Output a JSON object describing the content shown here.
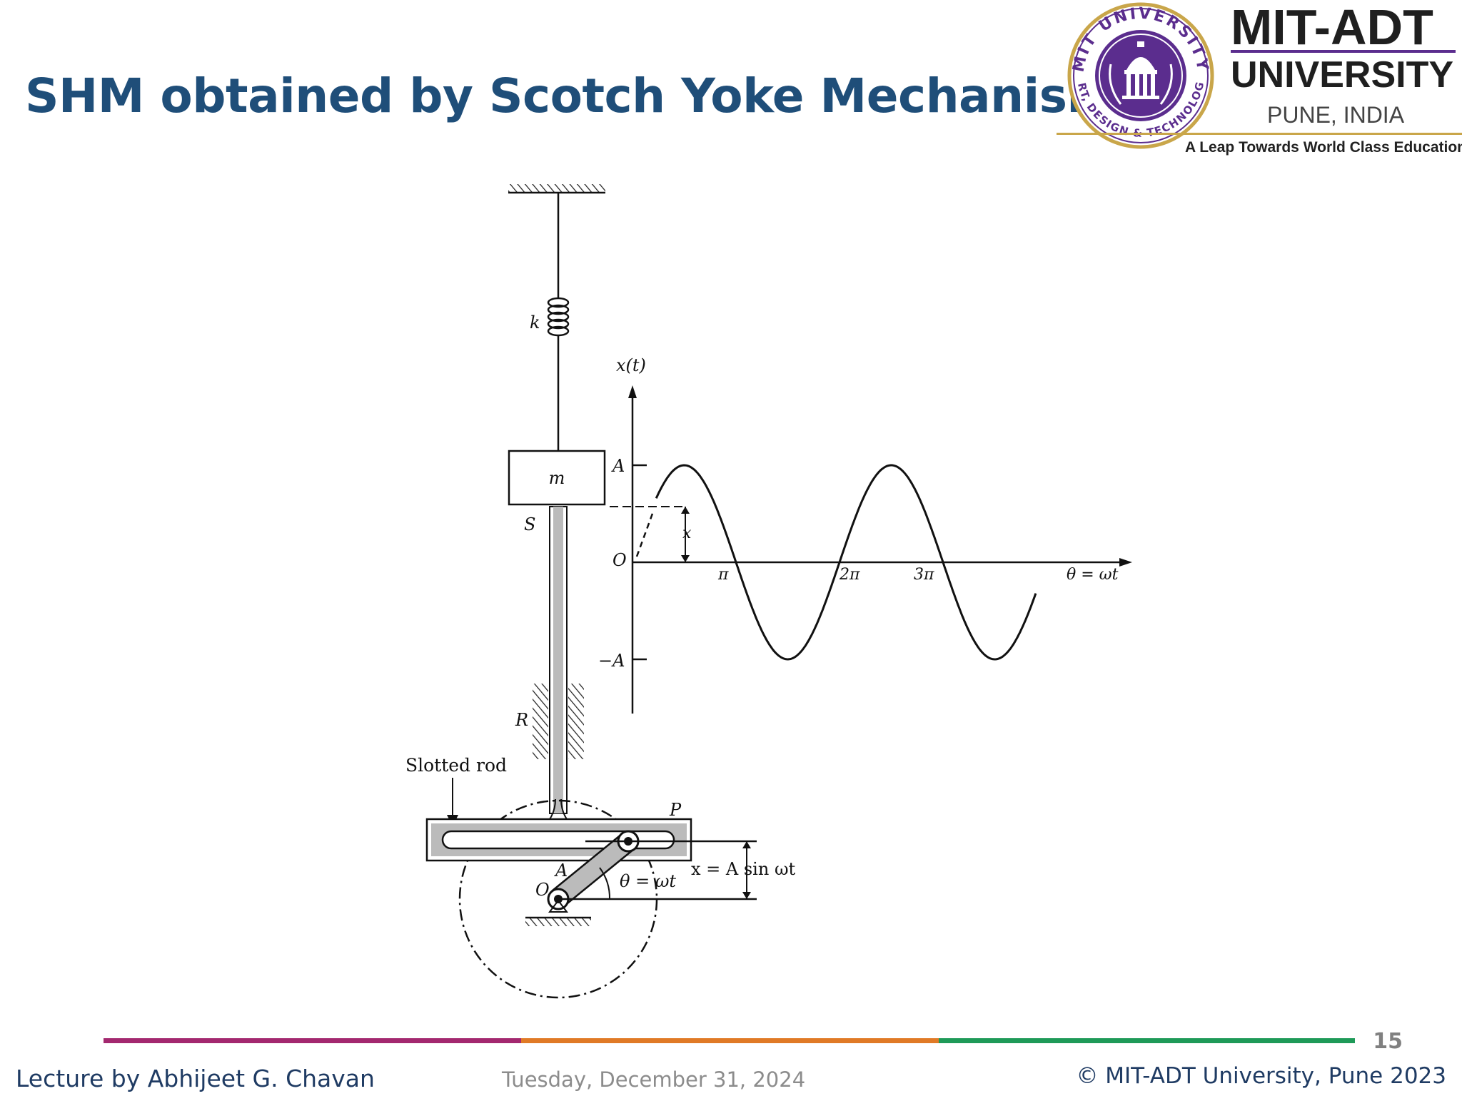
{
  "slide": {
    "title": "SHM obtained by Scotch Yoke Mechanism",
    "number": "15"
  },
  "logo": {
    "name": "MIT-ADT",
    "university": "UNIVERSITY",
    "location": "PUNE, INDIA",
    "tagline": "A Leap Towards World Class Education",
    "seal_top": "MIT UNIVERSITY",
    "seal_bottom": "ART, DESIGN & TECHNOLOGY",
    "colors": {
      "navy": "#1f1f1f",
      "purple": "#5b2d8e",
      "gold": "#c9a64a"
    }
  },
  "diagram": {
    "spring_label": "k",
    "mass_label": "m",
    "slider_label": "S",
    "guide_label": "R",
    "slotted_rod_label": "Slotted rod",
    "pin_label": "P",
    "crank_label": "A",
    "pivot_label": "O",
    "angle_label": "θ = ωt",
    "displacement_eq": "x = A sin ωt",
    "graph": {
      "y_axis_label": "x(t)",
      "x_axis_label": "θ = ωt",
      "amplitude_label": "A",
      "neg_amplitude_label": "−A",
      "origin_label": "O",
      "x_marker_label": "x",
      "ticks": [
        "π",
        "2π",
        "3π"
      ]
    }
  },
  "footer": {
    "lecturer": "Lecture by Abhijeet G. Chavan",
    "date": "Tuesday, December 31, 2024",
    "copyright": "© MIT-ADT University, Pune 2023",
    "bar_colors": [
      "#a3286f",
      "#e07a26",
      "#1e9a58"
    ]
  }
}
